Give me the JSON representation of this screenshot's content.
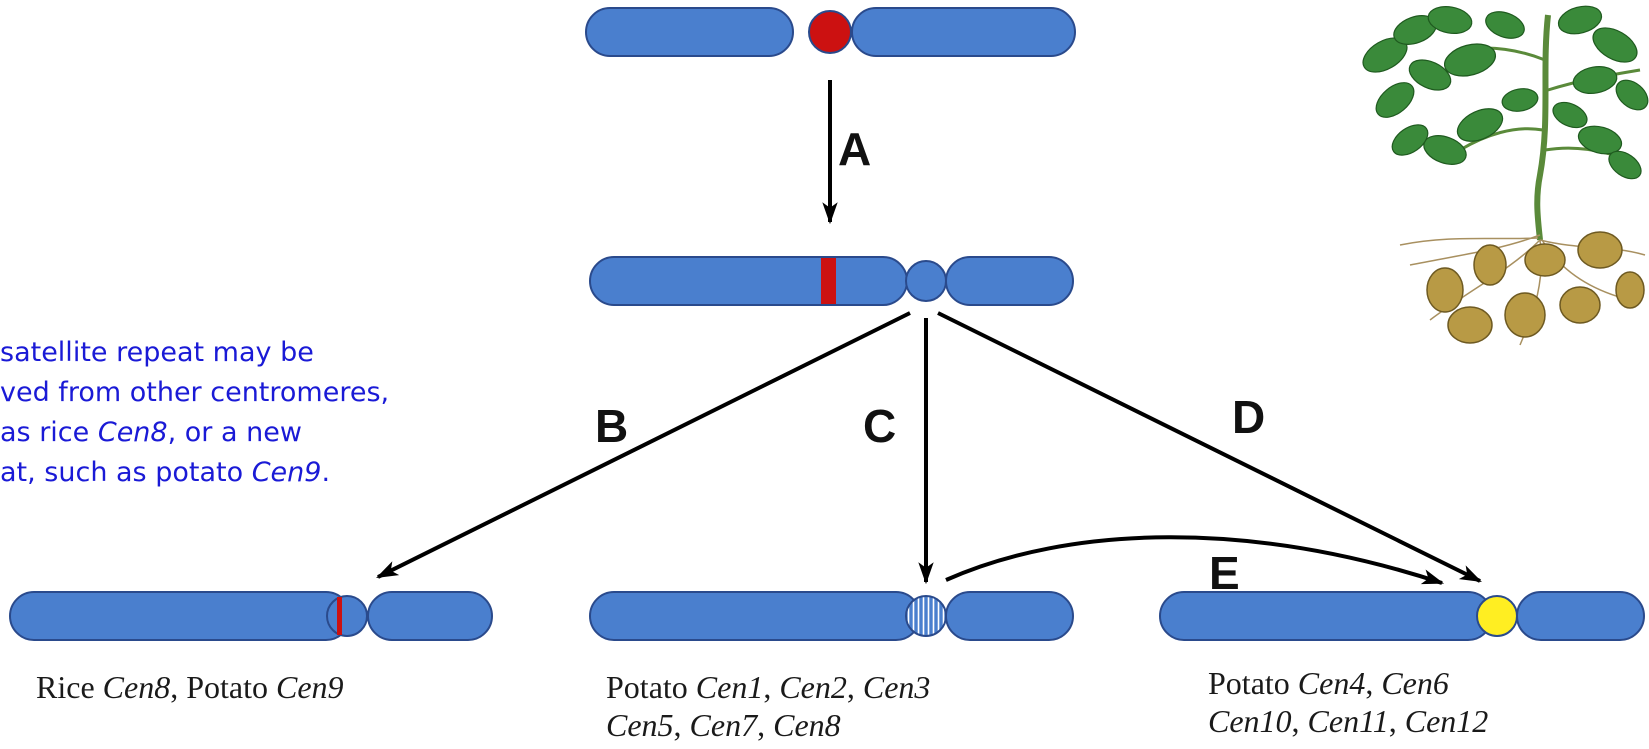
{
  "labels": {
    "a": "A",
    "b": "B",
    "c": "C",
    "d": "D",
    "e": "E"
  },
  "note": {
    "line1": "satellite repeat may be",
    "line2": "ved from other centromeres,",
    "line3a": " as rice ",
    "line3b": "Cen8",
    "line3c": ", or a new",
    "line4a": "at, such as potato ",
    "line4b": "Cen9",
    "line4c": "."
  },
  "captions": {
    "left": {
      "p1": "Rice ",
      "i1": "Cen8",
      "p2": ", Potato ",
      "i2": "Cen9"
    },
    "middle": {
      "p1": "Potato ",
      "i1": "Cen1",
      "p2": ", ",
      "i2": "Cen2",
      "p3": ", ",
      "i3": "Cen3",
      "i4": "Cen5",
      "p4": ", ",
      "i5": "Cen7",
      "p5": ", ",
      "i6": "Cen8"
    },
    "right": {
      "p1": "Potato ",
      "i1": "Cen4",
      "p2": ", ",
      "i2": "Cen6",
      "i3": "Cen10",
      "p3": ", ",
      "i4": "Cen11",
      "p4": ", ",
      "i5": "Cen12"
    }
  },
  "colors": {
    "chromosome_fill": "#4a7fce",
    "chromosome_stroke": "#2a4a8c",
    "satellite_red": "#cc1111",
    "yellow_centromere": "#ffee22",
    "note_text": "#1a1ad6",
    "potato_leaf": "#3a8a3a",
    "potato_tuber": "#b89a45"
  }
}
